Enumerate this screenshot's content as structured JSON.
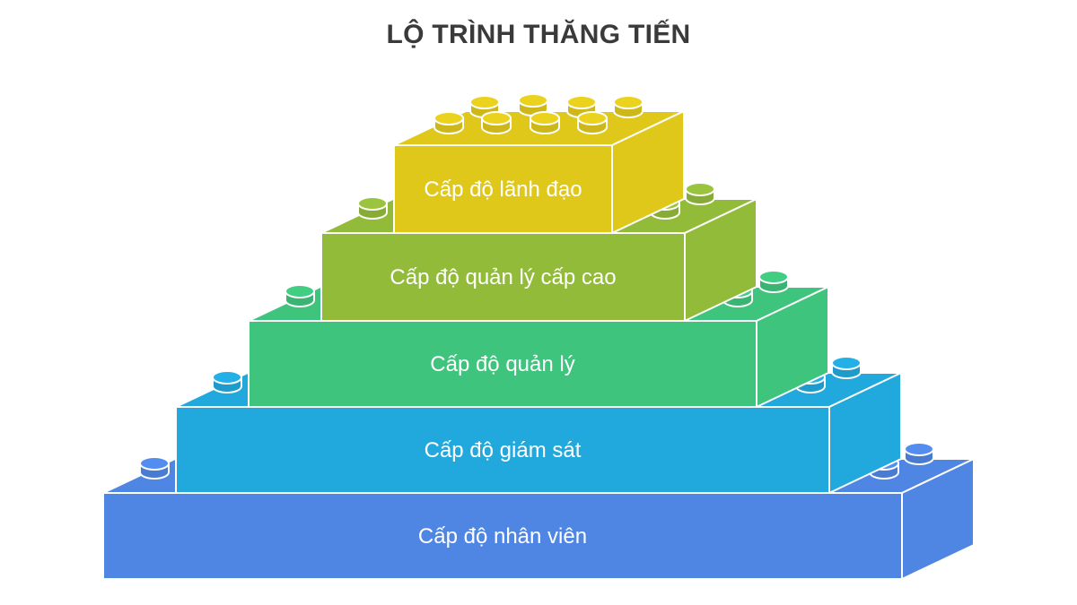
{
  "title": "LỘ TRÌNH THĂNG TIẾN",
  "levels": [
    {
      "label": "Cấp độ nhân viên",
      "color": "#4f86e4"
    },
    {
      "label": "Cấp độ giám sát",
      "color": "#21a8dc"
    },
    {
      "label": "Cấp độ quản lý",
      "color": "#3ec47d"
    },
    {
      "label": "Cấp độ quản lý cấp cao",
      "color": "#93bb3a"
    },
    {
      "label": "Cấp độ lãnh đạo",
      "color": "#e0c81b"
    }
  ],
  "colors": {
    "title": "#3a3a3a",
    "outline": "#ffffff"
  }
}
